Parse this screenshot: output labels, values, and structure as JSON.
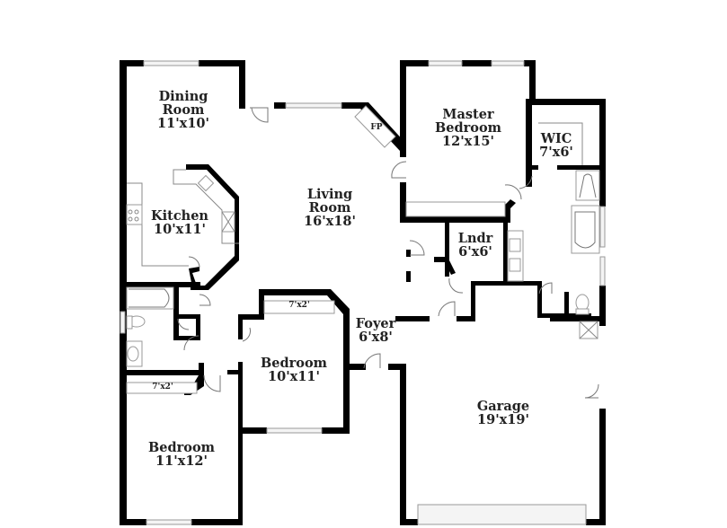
{
  "floorplan": {
    "rooms": [
      {
        "id": "dining",
        "name_line1": "Dining",
        "name_line2": "Room",
        "dims": "11'x10'"
      },
      {
        "id": "kitchen",
        "name_line1": "Kitchen",
        "dims": "10'x11'"
      },
      {
        "id": "living",
        "name_line1": "Living",
        "name_line2": "Room",
        "dims": "16'x18'"
      },
      {
        "id": "master",
        "name_line1": "Master",
        "name_line2": "Bedroom",
        "dims": "12'x15'"
      },
      {
        "id": "wic",
        "name_line1": "WIC",
        "dims": "7'x6'"
      },
      {
        "id": "laundry",
        "name_line1": "Lndr",
        "dims": "6'x6'"
      },
      {
        "id": "foyer",
        "name_line1": "Foyer",
        "dims": "6'x8'"
      },
      {
        "id": "bedroom2",
        "name_line1": "Bedroom",
        "dims": "10'x11'"
      },
      {
        "id": "bedroom3",
        "name_line1": "Bedroom",
        "dims": "11'x12'"
      },
      {
        "id": "garage",
        "name_line1": "Garage",
        "dims": "19'x19'"
      }
    ],
    "closets": [
      {
        "id": "bedroom2-closet",
        "dims": "7'x2'"
      },
      {
        "id": "bedroom3-closet",
        "dims": "7'x2'"
      }
    ],
    "fireplace_label": "FP"
  }
}
